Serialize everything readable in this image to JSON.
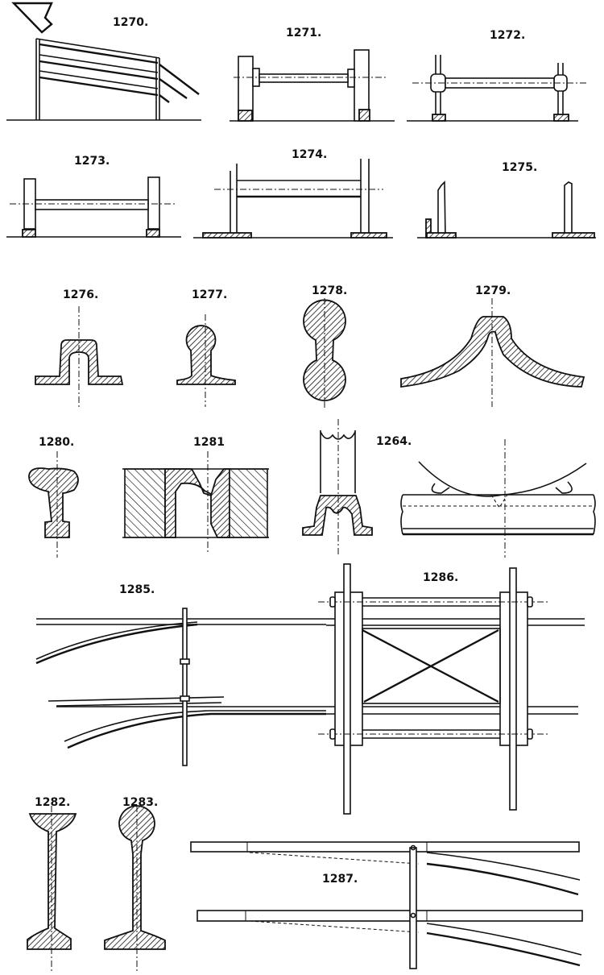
{
  "plate": {
    "description": "Railway track construction plate: chairs, sleepers, rail sections and switch details",
    "figures": {
      "f1270": "1270.",
      "f1271": "1271.",
      "f1272": "1272.",
      "f1273": "1273.",
      "f1274": "1274.",
      "f1275": "1275.",
      "f1276": "1276.",
      "f1277": "1277.",
      "f1278": "1278.",
      "f1279": "1279.",
      "f1280": "1280.",
      "f1281": "1281",
      "f1284": "1264.",
      "f1285": "1285.",
      "f1286": "1286.",
      "f1282": "1282.",
      "f1283": "1283.",
      "f1287": "1287."
    }
  }
}
